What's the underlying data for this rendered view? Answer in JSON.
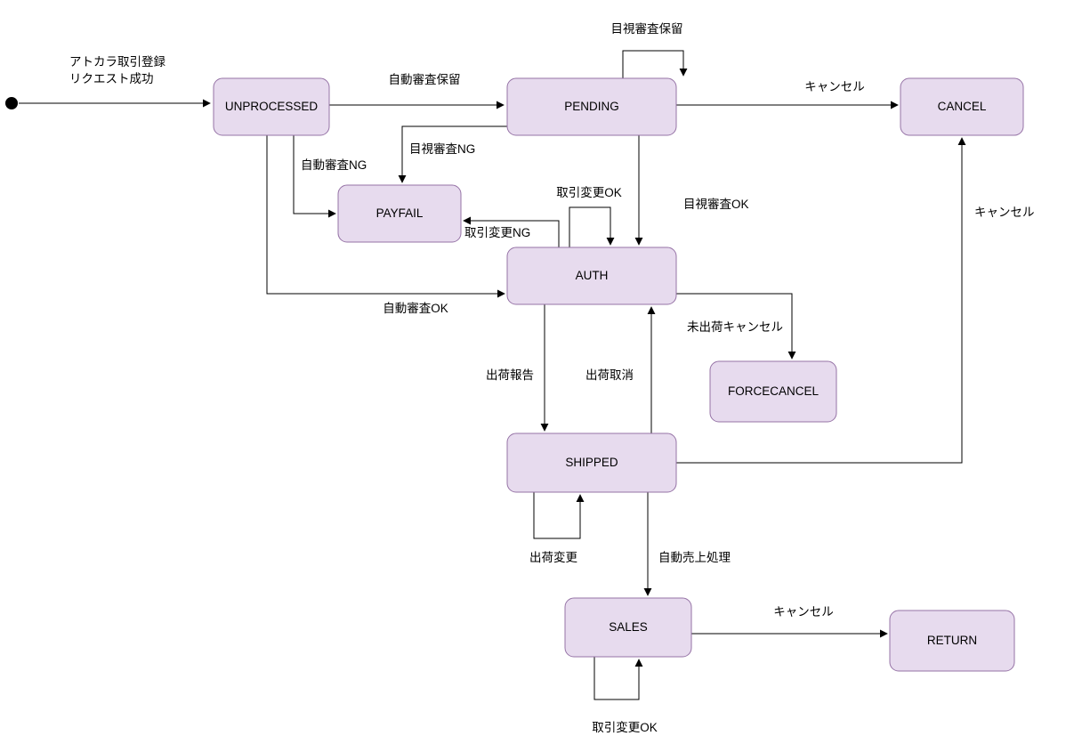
{
  "diagram": {
    "type": "state-machine",
    "description": "Payment transaction state transition diagram",
    "colors": {
      "state_fill": "#e7dbee",
      "state_border": "#9673a6",
      "edge": "#000000",
      "background": "#ffffff"
    },
    "states": [
      {
        "id": "start",
        "label": "",
        "shape": "initial-dot"
      },
      {
        "id": "unprocessed",
        "label": "UNPROCESSED"
      },
      {
        "id": "pending",
        "label": "PENDING"
      },
      {
        "id": "cancel",
        "label": "CANCEL"
      },
      {
        "id": "payfail",
        "label": "PAYFAIL"
      },
      {
        "id": "auth",
        "label": "AUTH"
      },
      {
        "id": "forcecancel",
        "label": "FORCECANCEL"
      },
      {
        "id": "shipped",
        "label": "SHIPPED"
      },
      {
        "id": "sales",
        "label": "SALES"
      },
      {
        "id": "return",
        "label": "RETURN"
      }
    ],
    "transitions": [
      {
        "from": "start",
        "to": "unprocessed",
        "label": "アトカラ取引登録 リクエスト成功",
        "label_lines": [
          "アトカラ取引登録",
          "リクエスト成功"
        ]
      },
      {
        "from": "unprocessed",
        "to": "pending",
        "label": "自動審査保留"
      },
      {
        "from": "pending",
        "to": "pending",
        "label": "目視審査保留"
      },
      {
        "from": "pending",
        "to": "cancel",
        "label": "キャンセル"
      },
      {
        "from": "pending",
        "to": "payfail",
        "label": "目視審査NG"
      },
      {
        "from": "unprocessed",
        "to": "payfail",
        "label": "自動審査NG"
      },
      {
        "from": "unprocessed",
        "to": "auth",
        "label": "自動審査OK"
      },
      {
        "from": "pending",
        "to": "auth",
        "label": "目視審査OK"
      },
      {
        "from": "auth",
        "to": "auth",
        "label": "取引変更OK"
      },
      {
        "from": "auth",
        "to": "payfail",
        "label": "取引変更NG"
      },
      {
        "from": "auth",
        "to": "forcecancel",
        "label": "未出荷キャンセル"
      },
      {
        "from": "auth",
        "to": "shipped",
        "label": "出荷報告"
      },
      {
        "from": "shipped",
        "to": "auth",
        "label": "出荷取消"
      },
      {
        "from": "shipped",
        "to": "cancel",
        "label": "キャンセル"
      },
      {
        "from": "shipped",
        "to": "shipped",
        "label": "出荷変更"
      },
      {
        "from": "shipped",
        "to": "sales",
        "label": "自動売上処理"
      },
      {
        "from": "sales",
        "to": "return",
        "label": "キャンセル"
      },
      {
        "from": "sales",
        "to": "sales",
        "label": "取引変更OK"
      }
    ]
  }
}
